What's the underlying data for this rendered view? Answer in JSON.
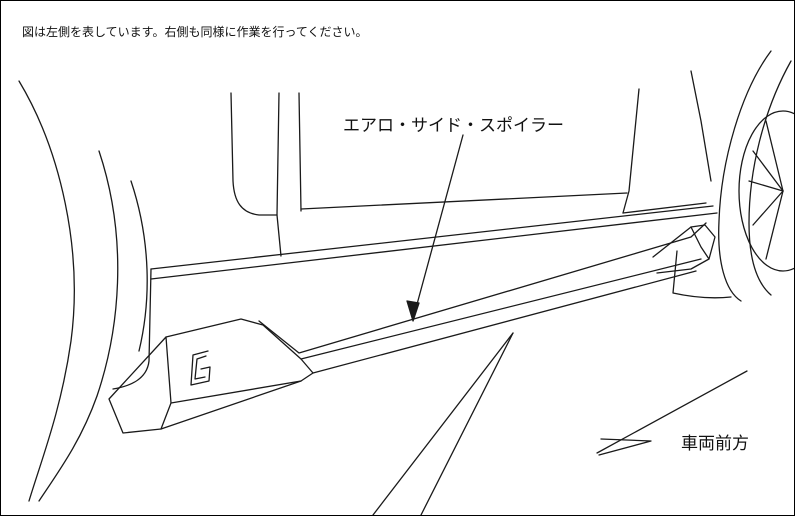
{
  "note": "図は左側を表しています。右側も同様に作業を行ってください。",
  "callout_label": "エアロ・サイド・スポイラー",
  "direction_label": "車両前方",
  "colors": {
    "line": "#1a1a1a",
    "background": "#ffffff",
    "frame": "#000000"
  },
  "icons": {
    "badge": "g-emblem",
    "direction": "arrow-forward-icon"
  }
}
